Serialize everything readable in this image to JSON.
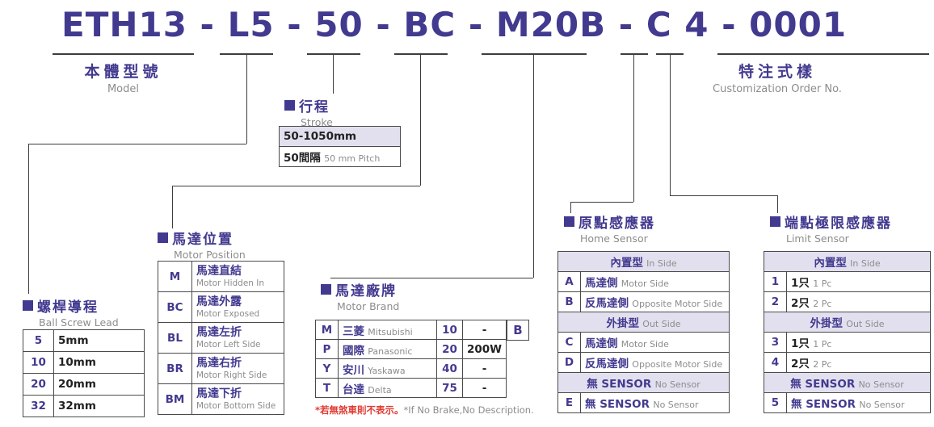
{
  "colors": {
    "accent": "#423a8f",
    "lavender": "#e2e0ee",
    "grey_text": "#8c8c8c",
    "note_red": "#e03a32",
    "line": "#4a4a4a"
  },
  "model_code": {
    "display": "ETH13 - L5 - 50 - BC - M20B - C 4 - 0001"
  },
  "model": {
    "zh": "本體型號",
    "en": "Model"
  },
  "customization": {
    "zh": "特注式樣",
    "en": "Customization Order No."
  },
  "stroke": {
    "zh": "行程",
    "en": "Stroke",
    "range": "50-1050mm",
    "pitch_zh": "50間隔",
    "pitch_en": "50 mm Pitch"
  },
  "ball_screw_lead": {
    "zh": "螺桿導程",
    "en": "Ball Screw Lead",
    "rows": [
      {
        "code": "5",
        "value": "5mm"
      },
      {
        "code": "10",
        "value": "10mm"
      },
      {
        "code": "20",
        "value": "20mm"
      },
      {
        "code": "32",
        "value": "32mm"
      }
    ]
  },
  "motor_position": {
    "zh": "馬達位置",
    "en": "Motor Position",
    "rows": [
      {
        "code": "M",
        "zh": "馬達直結",
        "en": "Motor Hidden In"
      },
      {
        "code": "BC",
        "zh": "馬達外露",
        "en": "Motor Exposed"
      },
      {
        "code": "BL",
        "zh": "馬達左折",
        "en": "Motor Left Side"
      },
      {
        "code": "BR",
        "zh": "馬達右折",
        "en": "Motor Right Side"
      },
      {
        "code": "BM",
        "zh": "馬達下折",
        "en": "Motor Bottom Side"
      }
    ]
  },
  "motor_brand": {
    "zh": "馬達廠牌",
    "en": "Motor Brand",
    "rows": [
      {
        "code": "M",
        "zh": "三菱",
        "en": "Mitsubishi",
        "num": "10",
        "watt": "-",
        "brake": "B"
      },
      {
        "code": "P",
        "zh": "國際",
        "en": "Panasonic",
        "num": "20",
        "watt": "200W",
        "brake": ""
      },
      {
        "code": "Y",
        "zh": "安川",
        "en": "Yaskawa",
        "num": "40",
        "watt": "-",
        "brake": ""
      },
      {
        "code": "T",
        "zh": "台達",
        "en": "Delta",
        "num": "75",
        "watt": "-",
        "brake": ""
      }
    ],
    "note_zh": "*若無煞車則不表示。",
    "note_en": "*If No Brake,No Description."
  },
  "home_sensor": {
    "zh": "原點感應器",
    "en": "Home Sensor",
    "rows": [
      {
        "type": "header",
        "zh": "內置型",
        "en": "In Side"
      },
      {
        "code": "A",
        "zh": "馬達側",
        "en": "Motor Side"
      },
      {
        "code": "B",
        "zh": "反馬達側",
        "en": "Opposite Motor Side"
      },
      {
        "type": "header",
        "zh": "外掛型",
        "en": "Out Side"
      },
      {
        "code": "C",
        "zh": "馬達側",
        "en": "Motor Side"
      },
      {
        "code": "D",
        "zh": "反馬達側",
        "en": "Opposite Motor Side"
      },
      {
        "type": "header",
        "zh": "無 SENSOR",
        "en": "No Sensor"
      },
      {
        "code": "E",
        "zh": "無 SENSOR",
        "en": "No Sensor"
      }
    ]
  },
  "limit_sensor": {
    "zh": "端點極限感應器",
    "en": "Limit Sensor",
    "rows": [
      {
        "type": "header",
        "zh": "內置型",
        "en": "In Side"
      },
      {
        "code": "1",
        "zh": "1只",
        "en": "1 Pc"
      },
      {
        "code": "2",
        "zh": "2只",
        "en": "2 Pc"
      },
      {
        "type": "header",
        "zh": "外掛型",
        "en": "Out Side"
      },
      {
        "code": "3",
        "zh": "1只",
        "en": "1 Pc"
      },
      {
        "code": "4",
        "zh": "2只",
        "en": "2 Pc"
      },
      {
        "type": "header",
        "zh": "無 SENSOR",
        "en": "No Sensor"
      },
      {
        "code": "5",
        "zh": "無 SENSOR",
        "en": "No Sensor"
      }
    ]
  }
}
